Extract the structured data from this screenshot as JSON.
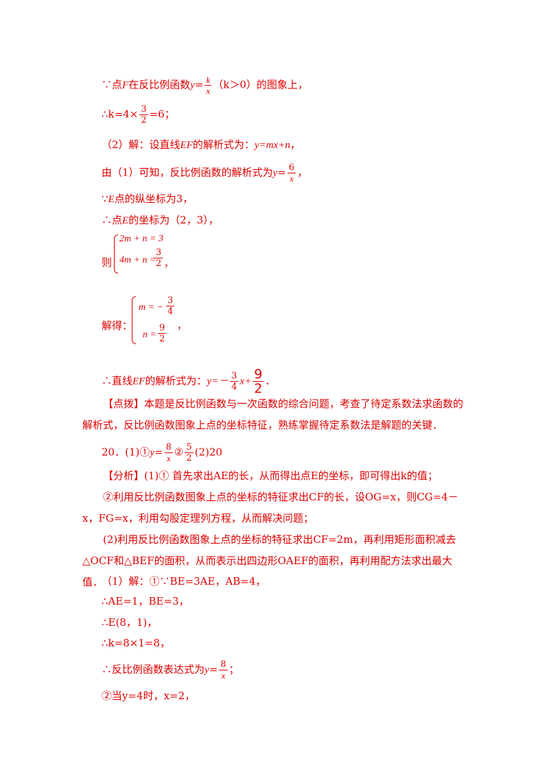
{
  "lines": {
    "l1_pre": "∵点",
    "l1_F": "F",
    "l1_mid": "在反比例函数",
    "l1_y": "y",
    "l1_eq": "=",
    "l1_k": "k",
    "l1_x": "x",
    "l1_cond": "（k＞0）的图象上，",
    "l2_pre": "∴k=4×",
    "l2_num": "3",
    "l2_den": "2",
    "l2_post": "=6；",
    "l3": "（2）解：设直线",
    "l3_EF": "EF",
    "l3_post": "的解析式为：",
    "l3_eq": "y=mx+n",
    "l3_end": "，",
    "l4_pre": "由（1）可知，反比例函数的解析式为",
    "l4_y": "y",
    "l4_eq": "=",
    "l4_num": "6",
    "l4_den": "x",
    "l4_end": "，",
    "l5_pre": "∵",
    "l5_E": "E",
    "l5_post": "点的纵坐标为3，",
    "l6_pre": "∴点",
    "l6_E": "E",
    "l6_post": "的坐标为（2，3），",
    "sys1_label": "则",
    "sys1_eq1": "2m + n = 3",
    "sys1_eq2_left": "4m + n =",
    "sys1_eq2_num": "3",
    "sys1_eq2_den": "2",
    "sys1_end": "，",
    "sys2_label": "解得：",
    "sys2_eq1_left": "m = −",
    "sys2_eq1_num": "3",
    "sys2_eq1_den": "4",
    "sys2_eq2_left": "n =",
    "sys2_eq2_num": "9",
    "sys2_eq2_den": "2",
    "sys2_end": "，",
    "l9_pre": "∴直线",
    "l9_EF": "EF",
    "l9_mid": "的解析式为：",
    "l9_y": "y=－",
    "l9_num": "3",
    "l9_den": "4",
    "l9_x": "x+",
    "l9_num2": "9",
    "l9_den2": "2",
    "l9_end": "．",
    "comment": "【点拨】本题是反比例函数与一次函数的综合问题，考查了待定系数法求函数的解析式，反比例函数图象上点的坐标特征，熟练掌握待定系数法是解题的关键．",
    "q20_pre": "20．(1)①",
    "q20_y": "y",
    "q20_eq": "=",
    "q20_num": "8",
    "q20_den": "x",
    "q20_mid": "②",
    "q20_num2": "5",
    "q20_den2": "2",
    "q20_end": "(2)20",
    "an1": "【分析】(1)① 首先求出AE的长，从而得出点E的坐标，即可得出k的值；",
    "an2": "②利用反比例函数图象上点的坐标的特征求出CF的长，设OG=x，则CG=4－x，FG=x，利用勾股定理列方程，从而解决问题；",
    "an3": "(2)利用反比例函数图象上点的坐标的特征求出CF=2m，再利用矩形面积减去△OCF和△BEF的面积，从而表示出四边形OAEF的面积，再利用配方法求出最大值．",
    "s1": "（1）解：①∵BE=3AE，AB=4，",
    "s2": "∴AE=1，BE=3，",
    "s3": "∴E(8，1)，",
    "s4": "∴k=8×1=8，",
    "s5_pre": "∴反比例函数表达式为",
    "s5_y": "y",
    "s5_eq": "=",
    "s5_num": "8",
    "s5_den": "x",
    "s5_end": "；",
    "s6": "②当y=4时，x=2，"
  }
}
